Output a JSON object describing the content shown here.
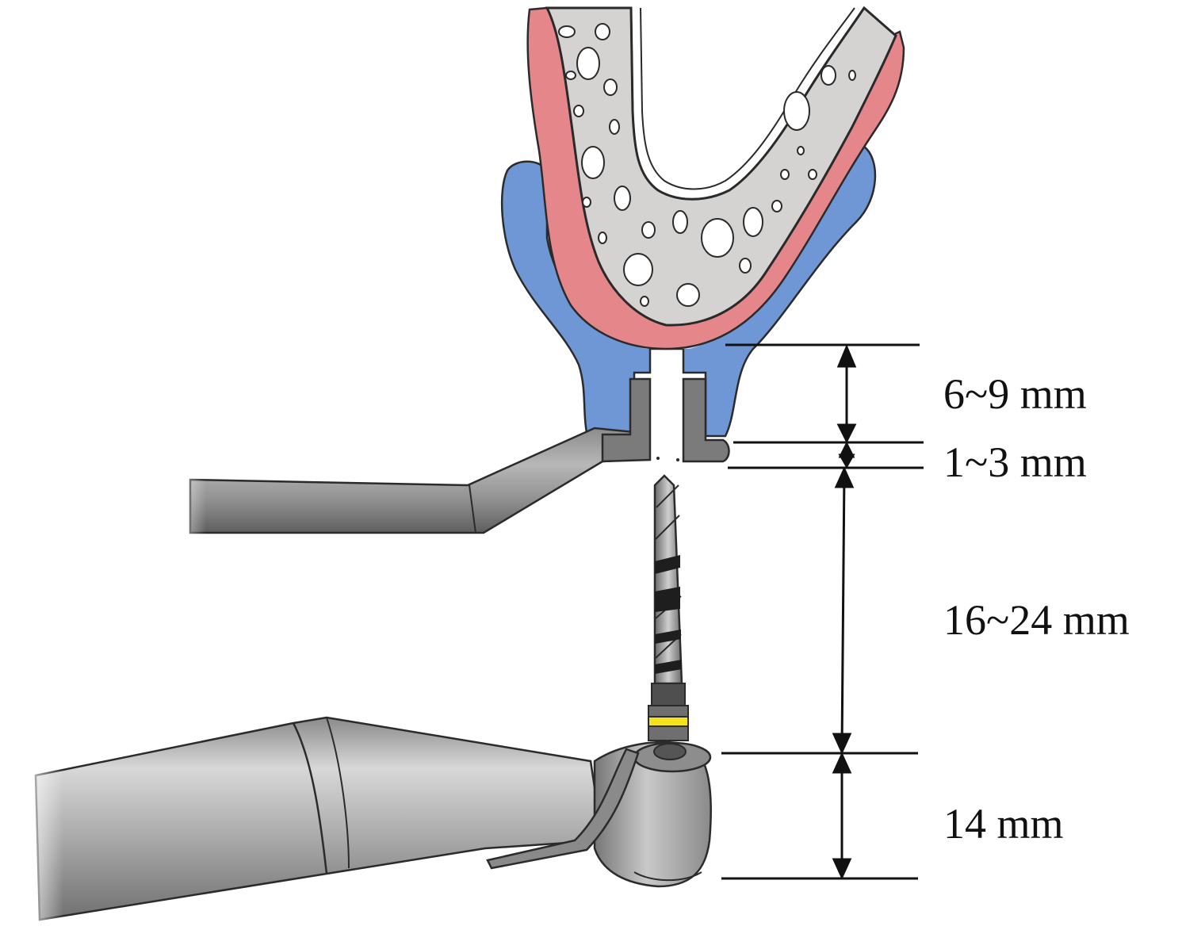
{
  "colors": {
    "bone": "#d4d3d1",
    "bone_outline": "#2a2a2a",
    "mucosa_red": "#e5868a",
    "soft_tissue_blue": "#6f97d6",
    "metal_dark": "#6e6e6e",
    "metal_light": "#bdbdbd",
    "drill_band": "#f3e21c",
    "dimension_line": "#111111"
  },
  "dimensions": [
    {
      "label": "6~9 mm"
    },
    {
      "label": "1~3 mm"
    },
    {
      "label": "16~24 mm"
    },
    {
      "label": "14 mm"
    }
  ]
}
